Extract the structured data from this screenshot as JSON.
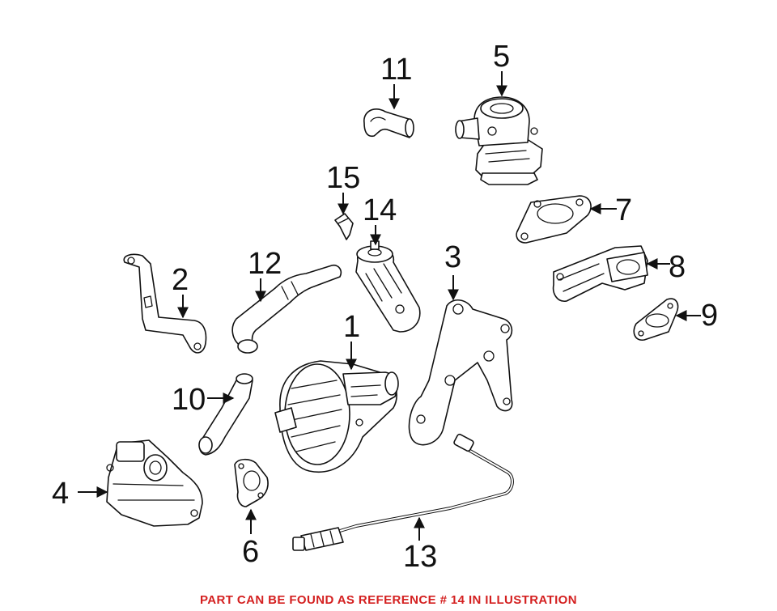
{
  "callouts": {
    "c1": "1",
    "c2": "2",
    "c3": "3",
    "c4": "4",
    "c5": "5",
    "c6": "6",
    "c7": "7",
    "c8": "8",
    "c9": "9",
    "c10": "10",
    "c11": "11",
    "c12": "12",
    "c13": "13",
    "c14": "14",
    "c15": "15"
  },
  "footer": {
    "note": "PART CAN BE FOUND AS REFERENCE # 14 IN ILLUSTRATION",
    "color": "#d42020"
  },
  "icons": [
    "air-pump-icon",
    "bracket-icon",
    "valve-icon",
    "gasket-icon",
    "hose-icon",
    "sensor-icon",
    "filter-icon",
    "clamp-icon"
  ]
}
